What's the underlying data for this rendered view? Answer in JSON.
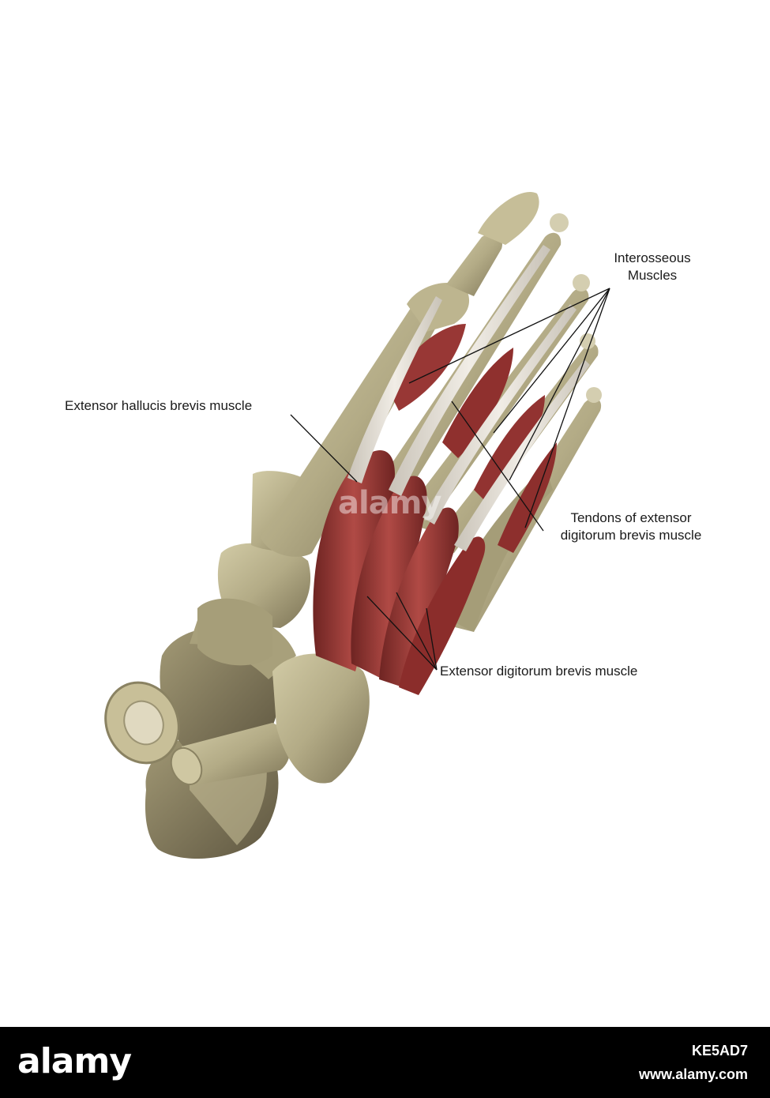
{
  "labels": {
    "interosseous": [
      "Interosseous",
      "Muscles"
    ],
    "hallucis": "Extensor hallucis brevis muscle",
    "tendons": [
      "Tendons of extensor",
      "digitorum brevis muscle"
    ],
    "digitorum": "Extensor digitorum brevis muscle"
  },
  "watermark": {
    "brand": "alamy",
    "image_id": "KE5AD7",
    "site": "www.alamy.com"
  },
  "colors": {
    "bone": "#b3ab86",
    "bone_shadow": "#7d7456",
    "muscle": "#9a3b38",
    "tendon": "#e6e1d8",
    "footer": "#000000"
  }
}
